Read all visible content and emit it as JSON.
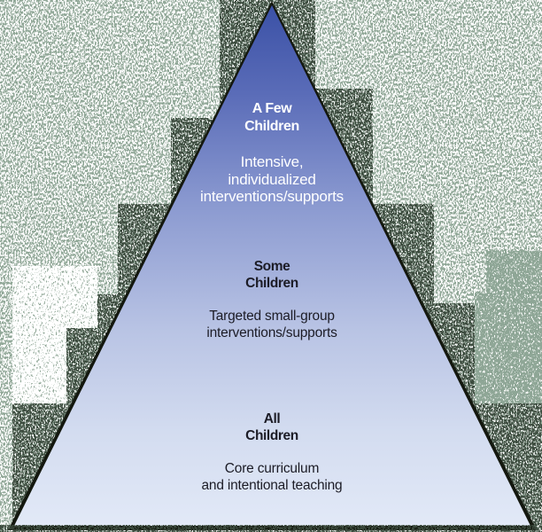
{
  "pyramid": {
    "name": "Tiered interventions pyramid",
    "tiers": [
      {
        "level": "top",
        "heading": "A Few\nChildren",
        "body": "Intensive,\nindividualized\ninterventions/supports",
        "text_color": "#ffffff"
      },
      {
        "level": "middle",
        "heading": "Some\nChildren",
        "body": "Targeted small-group\ninterventions/supports",
        "text_color": "#1c1c26"
      },
      {
        "level": "bottom",
        "heading": "All\nChildren",
        "body": "Core curriculum\nand intentional teaching",
        "text_color": "#1c1c26"
      }
    ],
    "colors": {
      "gradient_top": "#3b51a6",
      "gradient_upper": "#5a6cb8",
      "gradient_mid": "#8a99d0",
      "gradient_lower": "#b8c3e4",
      "gradient_light": "#d3dcf0",
      "gradient_bottom": "#e2e9f7",
      "edge_shadow": "#14180f",
      "noise_green": "#47624f",
      "noise_dark": "#0a0f0a",
      "background_base": "#ffffff"
    }
  }
}
